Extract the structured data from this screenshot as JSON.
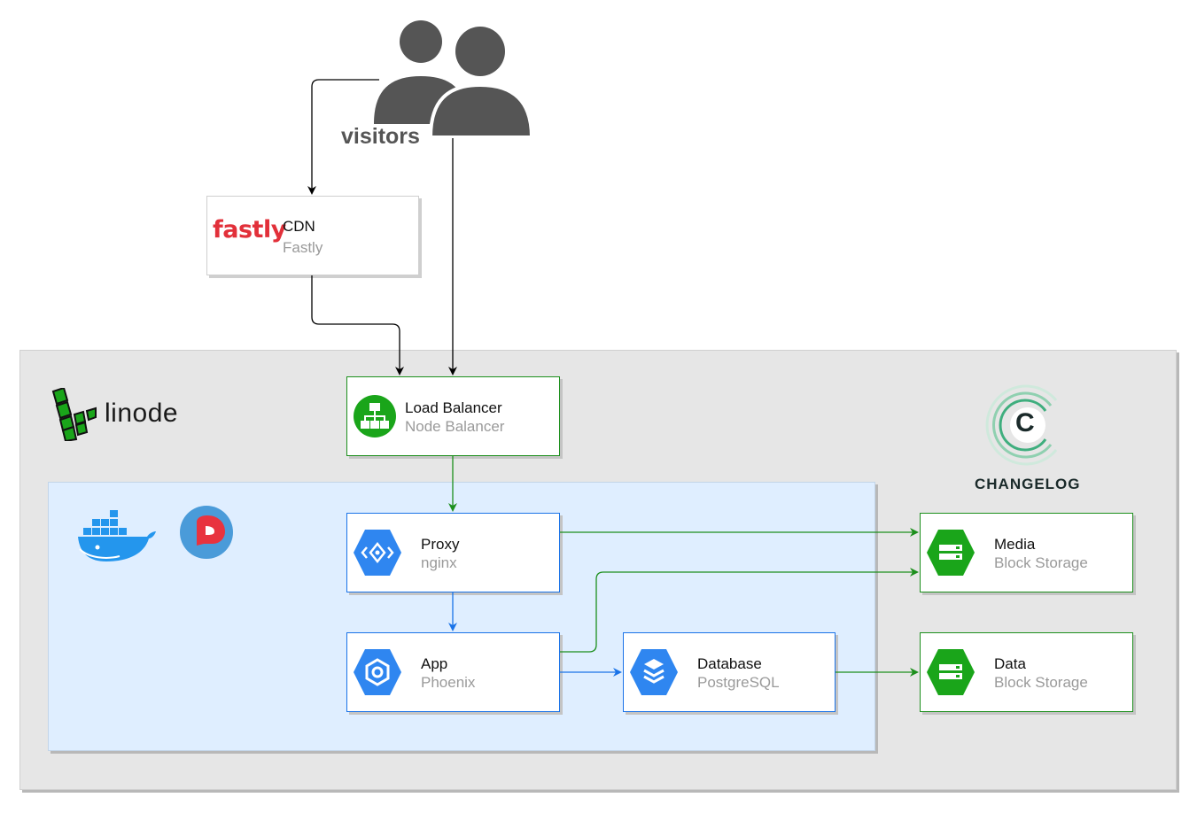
{
  "visitors": {
    "label": "visitors"
  },
  "cdn": {
    "logo_text": "fastly",
    "title": "CDN",
    "subtitle": "Fastly"
  },
  "linode": {
    "logo_text": "linode"
  },
  "changelog": {
    "logo_letter": "C",
    "logo_text": "CHANGELOG"
  },
  "load_balancer": {
    "title": "Load Balancer",
    "subtitle": "Node Balancer"
  },
  "proxy": {
    "title": "Proxy",
    "subtitle": "nginx"
  },
  "app": {
    "title": "App",
    "subtitle": "Phoenix"
  },
  "database": {
    "title": "Database",
    "subtitle": "PostgreSQL"
  },
  "media": {
    "title": "Media",
    "subtitle": "Block Storage"
  },
  "data": {
    "title": "Data",
    "subtitle": "Block Storage"
  },
  "colors": {
    "green": "#1c8f1c",
    "blue": "#1a73e8",
    "gcp_blue": "#2f86f0",
    "gcp_green": "#1aa51a",
    "black_edge": "#000000",
    "region_gray": "#e6e6e6",
    "cluster_blue": "#dfeeff"
  },
  "icons": {
    "visitors": "users-icon",
    "load_balancer": "load-balancer-icon",
    "proxy": "proxy-icon",
    "app": "app-engine-icon",
    "database": "database-icon",
    "media": "block-storage-icon",
    "data": "block-storage-icon",
    "docker": "docker-icon",
    "cluster": "kubernetes-cluster-icon"
  }
}
